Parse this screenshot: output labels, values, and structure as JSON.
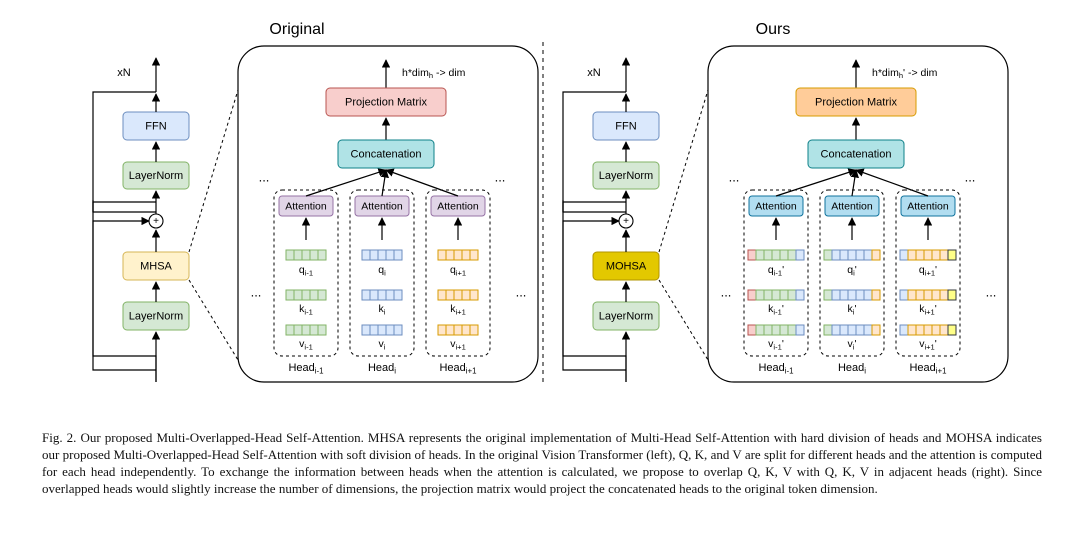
{
  "left": {
    "title": "Original",
    "repeat": "xN",
    "ffn": "FFN",
    "layernorm_top": "LayerNorm",
    "add": "+",
    "attention_block": "MHSA",
    "layernorm_bottom": "LayerNorm",
    "dim_label": "h*dim",
    "dim_sub": "h",
    "dim_suffix": " -> dim",
    "projection": "Projection Matrix",
    "concat": "Concatenation",
    "heads": [
      {
        "attention": "Attention",
        "q": "q",
        "q_sub": "i-1",
        "k": "k",
        "k_sub": "i-1",
        "v": "v",
        "v_sub": "i-1",
        "label": "Head",
        "label_sub": "i-1"
      },
      {
        "attention": "Attention",
        "q": "q",
        "q_sub": "i",
        "k": "k",
        "k_sub": "i",
        "v": "v",
        "v_sub": "i",
        "label": "Head",
        "label_sub": "i"
      },
      {
        "attention": "Attention",
        "q": "q",
        "q_sub": "i+1",
        "k": "k",
        "k_sub": "i+1",
        "v": "v",
        "v_sub": "i+1",
        "label": "Head",
        "label_sub": "i+1"
      }
    ],
    "ellipsis": "..."
  },
  "right": {
    "title": "Ours",
    "repeat": "xN",
    "ffn": "FFN",
    "layernorm_top": "LayerNorm",
    "add": "+",
    "attention_block": "MOHSA",
    "layernorm_bottom": "LayerNorm",
    "dim_label": "h*dim",
    "dim_sub": "h",
    "dim_prime": "'",
    "dim_suffix": " -> dim",
    "projection": "Projection Matrix",
    "concat": "Concatenation",
    "heads": [
      {
        "attention": "Attention",
        "q": "q",
        "q_sub": "i-1",
        "k": "k",
        "k_sub": "i-1",
        "v": "v",
        "v_sub": "i-1",
        "prime": "'",
        "label": "Head",
        "label_sub": "i-1"
      },
      {
        "attention": "Attention",
        "q": "q",
        "q_sub": "i",
        "k": "k",
        "k_sub": "i",
        "v": "v",
        "v_sub": "i",
        "prime": "'",
        "label": "Head",
        "label_sub": "i"
      },
      {
        "attention": "Attention",
        "q": "q",
        "q_sub": "i+1",
        "k": "k",
        "k_sub": "i+1",
        "v": "v",
        "v_sub": "i+1",
        "prime": "'",
        "label": "Head",
        "label_sub": "i+1"
      }
    ],
    "ellipsis": "..."
  },
  "colors": {
    "ffn": "#dae8fc",
    "ffn_stroke": "#6c8ebf",
    "layernorm": "#d5e8d4",
    "layernorm_stroke": "#82b366",
    "mhsa": "#fff2cc",
    "mhsa_stroke": "#d6b656",
    "mohsa": "#e3c800",
    "mohsa_stroke": "#b09500",
    "proj_left": "#f8cecc",
    "proj_left_stroke": "#b85450",
    "proj_right": "#ffcc99",
    "proj_right_stroke": "#d79b00",
    "concat": "#b0e3e6",
    "concat_stroke": "#0e8088",
    "attention_left": "#e1d5e7",
    "attention_left_stroke": "#9673a6",
    "attention_right": "#b1ddf0",
    "attention_right_stroke": "#10739e",
    "cell_green": "#d5e8d4",
    "cell_green_stroke": "#82b366",
    "cell_blue": "#dae8fc",
    "cell_blue_stroke": "#6c8ebf",
    "cell_orange": "#ffe6cc",
    "cell_orange_stroke": "#d79b00",
    "cell_red": "#f8cecc",
    "cell_red_stroke": "#b85450",
    "cell_yellow": "#ffff88",
    "cell_yellow_stroke": "#36393d"
  },
  "caption": "Fig. 2.   Our proposed Multi-Overlapped-Head Self-Attention. MHSA represents the original implementation of Multi-Head Self-Attention with hard division of heads and MOHSA indicates our proposed Multi-Overlapped-Head Self-Attention with soft division of heads. In the original Vision Transformer (left), Q, K, and V are split for different heads and the attention is computed for each head independently. To exchange the information between heads when the attention is calculated, we propose to overlap Q, K, V with Q, K, V in adjacent heads (right). Since overlapped heads would slightly increase the number of dimensions, the projection matrix would project the concatenated heads to the original token dimension."
}
